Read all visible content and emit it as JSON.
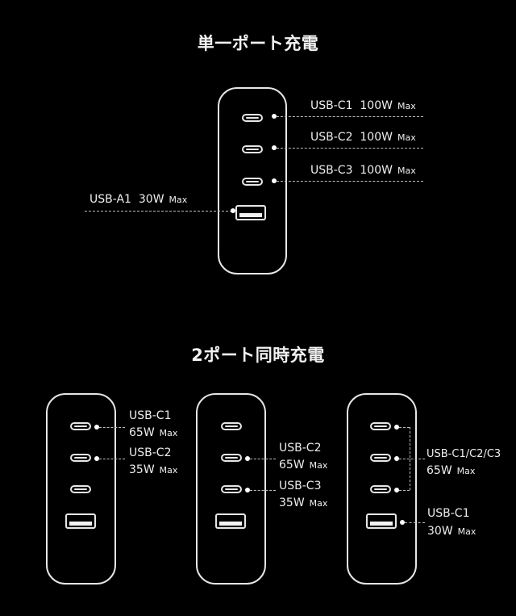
{
  "section1": {
    "title": "単一ポート充電",
    "labels": {
      "c1": {
        "port": "USB-C1",
        "watt": "100W",
        "max": "Max"
      },
      "c2": {
        "port": "USB-C2",
        "watt": "100W",
        "max": "Max"
      },
      "c3": {
        "port": "USB-C3",
        "watt": "100W",
        "max": "Max"
      },
      "a1": {
        "port": "USB-A1",
        "watt": "30W",
        "max": "Max"
      }
    }
  },
  "section2": {
    "title": "2ポート同時充電",
    "charger1": {
      "label1": {
        "port": "USB-C1",
        "watt": "65W",
        "max": "Max"
      },
      "label2": {
        "port": "USB-C2",
        "watt": "35W",
        "max": "Max"
      }
    },
    "charger2": {
      "label1": {
        "port": "USB-C2",
        "watt": "65W",
        "max": "Max"
      },
      "label2": {
        "port": "USB-C3",
        "watt": "35W",
        "max": "Max"
      }
    },
    "charger3": {
      "label1": {
        "port": "USB-C1/C2/C3",
        "watt": "65W",
        "max": "Max"
      },
      "label2": {
        "port": "USB-C1",
        "watt": "30W",
        "max": "Max"
      }
    }
  },
  "colors": {
    "background": "#000000",
    "foreground": "#e6e6e6"
  }
}
